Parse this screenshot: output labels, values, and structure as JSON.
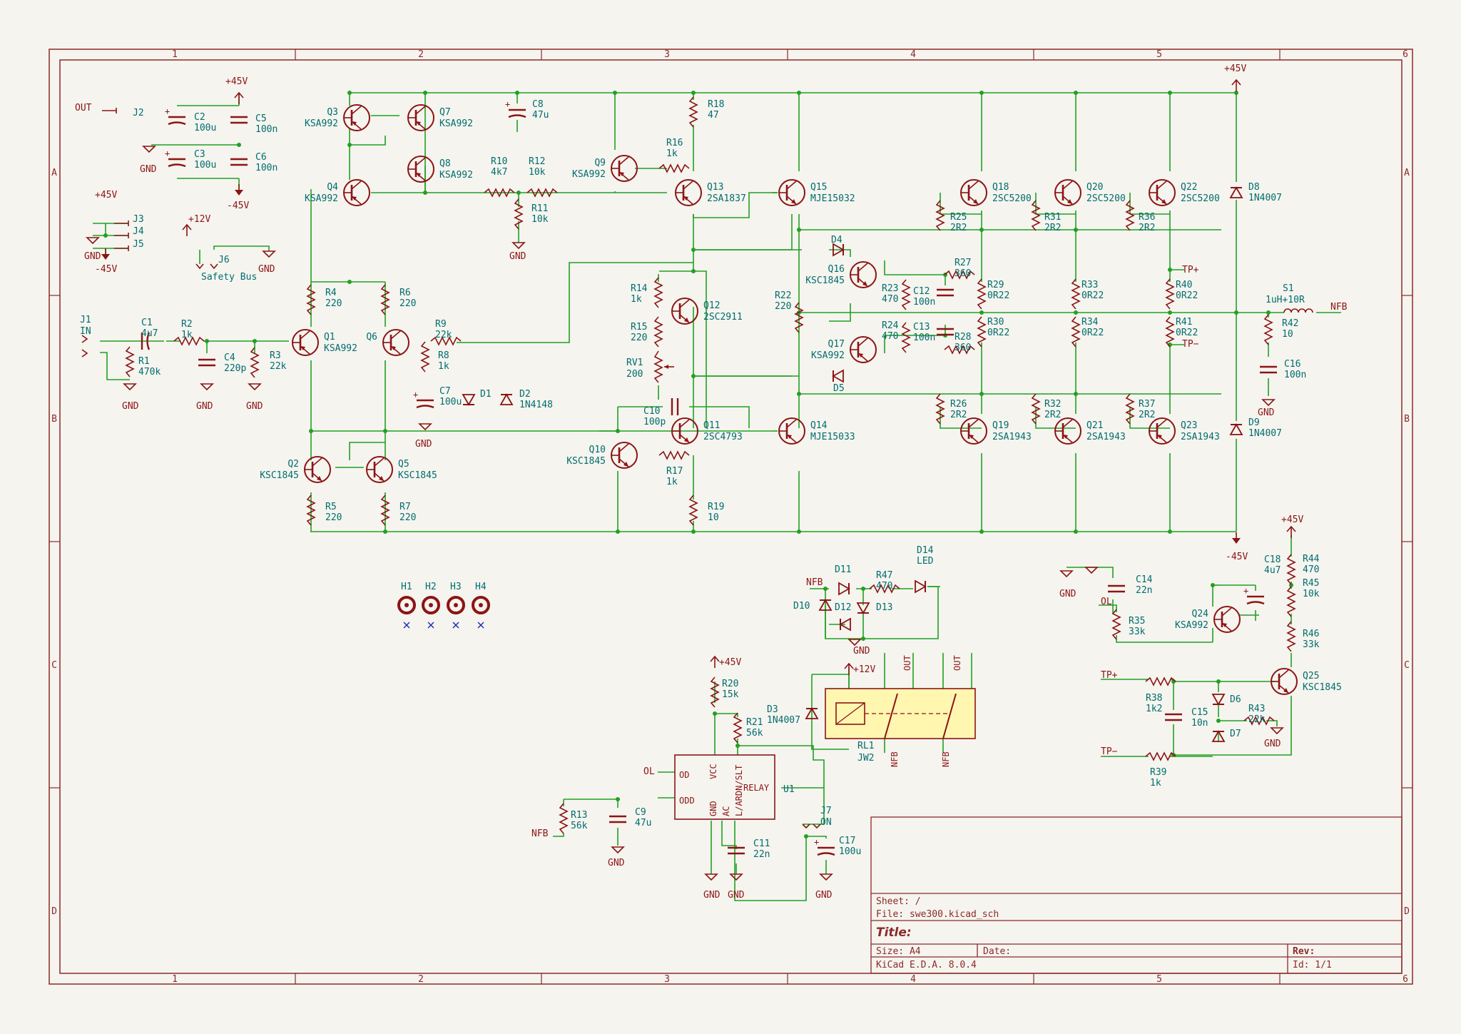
{
  "colors": {
    "paper": "#f5f4ef",
    "border": "#8c2a2a",
    "wire": "#22a022",
    "ref": "#006d6d",
    "symbol": "#8c1414",
    "relay_fill": "#fff6b0"
  },
  "border_cols": [
    "1",
    "2",
    "3",
    "4",
    "5",
    "6"
  ],
  "border_rows": [
    "A",
    "B",
    "C",
    "D"
  ],
  "title_block": {
    "sheet": "Sheet: /",
    "file": "File: swe300.kicad_sch",
    "title": "Title:",
    "size": "Size: A4",
    "date": "Date:",
    "rev": "Rev:",
    "tool": "KiCad E.D.A. 8.0.4",
    "id": "Id: 1/1"
  },
  "net_labels": {
    "out": "OUT",
    "j2": "J2",
    "p45": "+45V",
    "m45": "-45V",
    "gnd": "GND",
    "p12": "+12V",
    "j3": "J3",
    "j4": "J4",
    "j5": "J5",
    "j6": "J6",
    "safety": "Safety Bus",
    "j1": "J1",
    "in": "IN",
    "nfb": "NFB",
    "tpp": "TP+",
    "tpm": "TP−",
    "ol": "OL",
    "on": "ON",
    "j7": "J7"
  },
  "transistors": {
    "Q1": "KSA992",
    "Q2": "KSC1845",
    "Q3": "KSA992",
    "Q4": "KSA992",
    "Q5": "KSC1845",
    "Q6": "",
    "Q7": "KSA992",
    "Q8": "KSA992",
    "Q9": "KSA992",
    "Q10": "KSC1845",
    "Q11": "2SC4793",
    "Q12": "2SC2911",
    "Q13": "2SA1837",
    "Q14": "MJE15033",
    "Q15": "MJE15032",
    "Q16": "KSC1845",
    "Q17": "KSA992",
    "Q18": "2SC5200",
    "Q19": "2SA1943",
    "Q20": "2SC5200",
    "Q21": "2SA1943",
    "Q22": "2SC5200",
    "Q23": "2SA1943",
    "Q24": "KSA992",
    "Q25": "KSC1845"
  },
  "resistors": {
    "R1": "470k",
    "R2": "1k",
    "R3": "22k",
    "R4": "220",
    "R5": "220",
    "R6": "220",
    "R7": "220",
    "R8": "1k",
    "R9": "22k",
    "R10": "4k7",
    "R11": "10k",
    "R12": "10k",
    "R13": "56k",
    "R14": "1k",
    "R15": "220",
    "R16": "1k",
    "R17": "1k",
    "R18": "47",
    "R19": "10",
    "R20": "15k",
    "R21": "56k",
    "R22": "220",
    "R23": "470",
    "R24": "470",
    "R25": "2R2",
    "R26": "2R2",
    "R27": "360",
    "R28": "360",
    "R29": "0R22",
    "R30": "0R22",
    "R31": "2R2",
    "R32": "2R2",
    "R33": "0R22",
    "R34": "0R22",
    "R35": "33k",
    "R36": "2R2",
    "R37": "2R2",
    "R38": "1k2",
    "R39": "1k",
    "R40": "0R22",
    "R41": "0R22",
    "R42": "10",
    "R43": "22k",
    "R44": "470",
    "R45": "10k",
    "R46": "33k",
    "R47": "470"
  },
  "capacitors": {
    "C1": "4u7",
    "C2": "100u",
    "C3": "100u",
    "C4": "220p",
    "C5": "100n",
    "C6": "100n",
    "C7": "100u",
    "C8": "47u",
    "C9": "47u",
    "C10": "100p",
    "C11": "22n",
    "C12": "100n",
    "C13": "100n",
    "C14": "22n",
    "C15": "10n",
    "C16": "100n",
    "C17": "100u",
    "C18": "4u7"
  },
  "diodes": {
    "D1": "",
    "D2": "1N4148",
    "D3": "1N4007",
    "D4": "",
    "D5": "",
    "D6": "",
    "D7": "",
    "D8": "1N4007",
    "D9": "1N4007",
    "D10": "",
    "D11": "",
    "D12": "",
    "D13": "",
    "D14": "LED"
  },
  "misc": {
    "RV1": "RV1",
    "RV1_val": "200",
    "S1": "S1",
    "S1_val": "1uH+10R",
    "RL1": "RL1",
    "RL1_val": "JW2",
    "U1": "U1"
  },
  "mounting_holes": [
    "H1",
    "H2",
    "H3",
    "H4"
  ],
  "u1_pins": {
    "od": "OD",
    "odd": "ODD",
    "vcc": "VCC",
    "gnd": "GND",
    "ac": "AC",
    "lardn": "L/ARDN/SLT",
    "relay": "RELAY"
  },
  "relay_pins": {
    "nfb3": "NFB",
    "nfb6": "NFB",
    "out4": "OUT",
    "out5": "OUT"
  }
}
